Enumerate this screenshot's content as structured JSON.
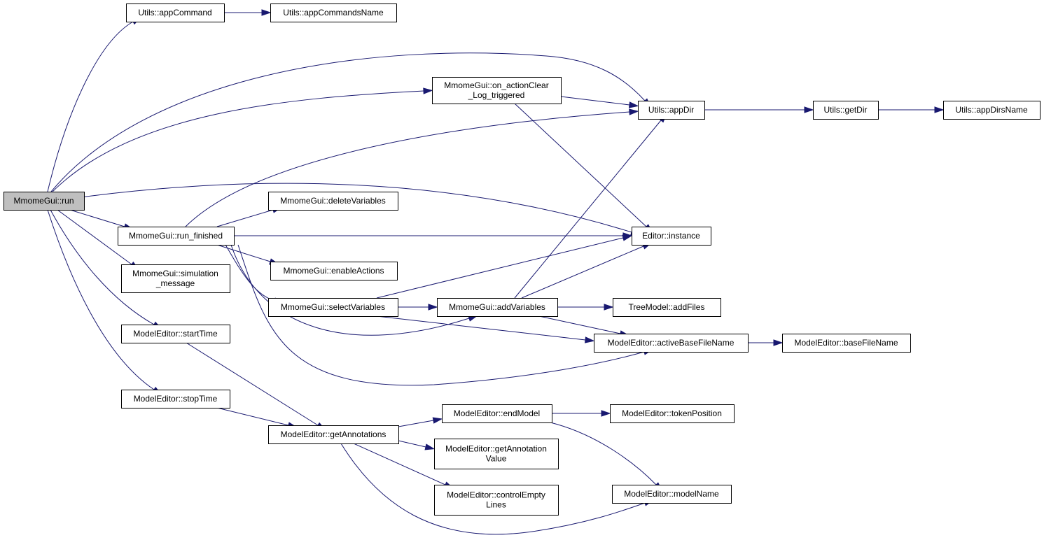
{
  "diagram": {
    "colors": {
      "edge": "#191970",
      "node_border": "#000000",
      "node_fill": "#ffffff",
      "root_fill": "#bfbfbf"
    },
    "nodes": [
      {
        "id": "run",
        "lines": [
          "MmomeGui::run"
        ]
      },
      {
        "id": "appCommand",
        "lines": [
          "Utils::appCommand"
        ]
      },
      {
        "id": "appCommandsName",
        "lines": [
          "Utils::appCommandsName"
        ]
      },
      {
        "id": "onActionClear",
        "lines": [
          "MmomeGui::on_actionClear",
          "_Log_triggered"
        ]
      },
      {
        "id": "appDir",
        "lines": [
          "Utils::appDir"
        ]
      },
      {
        "id": "getDir",
        "lines": [
          "Utils::getDir"
        ]
      },
      {
        "id": "appDirsName",
        "lines": [
          "Utils::appDirsName"
        ]
      },
      {
        "id": "deleteVariables",
        "lines": [
          "MmomeGui::deleteVariables"
        ]
      },
      {
        "id": "runFinished",
        "lines": [
          "MmomeGui::run_finished"
        ]
      },
      {
        "id": "editorInstance",
        "lines": [
          "Editor::instance"
        ]
      },
      {
        "id": "simMessage",
        "lines": [
          "MmomeGui::simulation",
          "_message"
        ]
      },
      {
        "id": "enableActions",
        "lines": [
          "MmomeGui::enableActions"
        ]
      },
      {
        "id": "selectVariables",
        "lines": [
          "MmomeGui::selectVariables"
        ]
      },
      {
        "id": "addVariables",
        "lines": [
          "MmomeGui::addVariables"
        ]
      },
      {
        "id": "addFiles",
        "lines": [
          "TreeModel::addFiles"
        ]
      },
      {
        "id": "startTime",
        "lines": [
          "ModelEditor::startTime"
        ]
      },
      {
        "id": "activeBase",
        "lines": [
          "ModelEditor::activeBaseFileName"
        ]
      },
      {
        "id": "baseFileName",
        "lines": [
          "ModelEditor::baseFileName"
        ]
      },
      {
        "id": "stopTime",
        "lines": [
          "ModelEditor::stopTime"
        ]
      },
      {
        "id": "endModel",
        "lines": [
          "ModelEditor::endModel"
        ]
      },
      {
        "id": "tokenPosition",
        "lines": [
          "ModelEditor::tokenPosition"
        ]
      },
      {
        "id": "getAnnotations",
        "lines": [
          "ModelEditor::getAnnotations"
        ]
      },
      {
        "id": "getAnnotationValue",
        "lines": [
          "ModelEditor::getAnnotation",
          "Value"
        ]
      },
      {
        "id": "controlEmpty",
        "lines": [
          "ModelEditor::controlEmpty",
          "Lines"
        ]
      },
      {
        "id": "modelName",
        "lines": [
          "ModelEditor::modelName"
        ]
      }
    ]
  }
}
